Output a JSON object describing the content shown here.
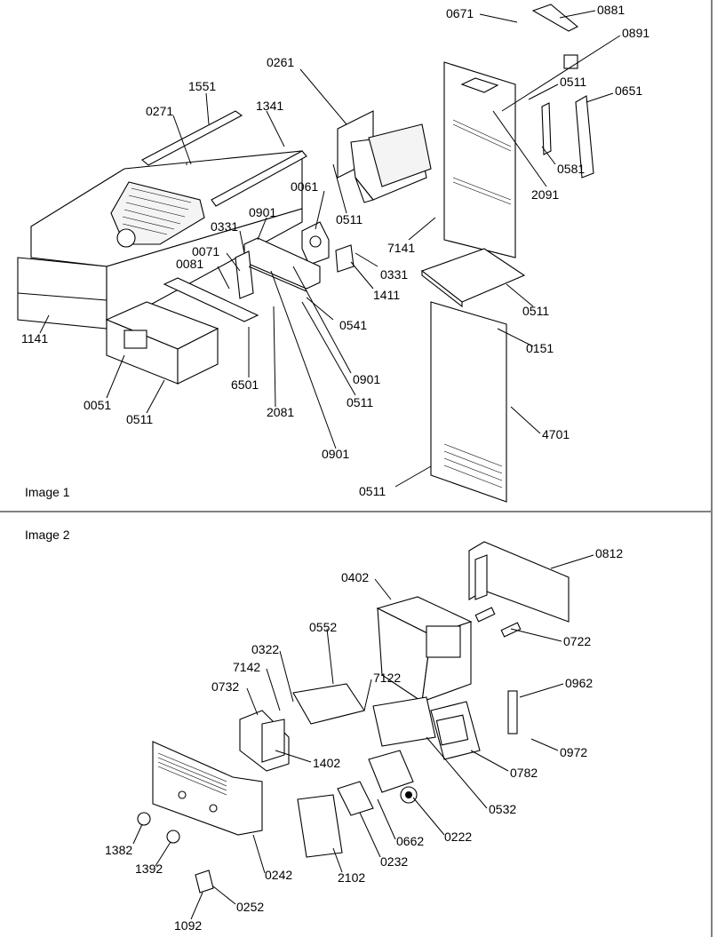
{
  "panels": [
    {
      "title": "Image 1"
    },
    {
      "title": "Image 2"
    }
  ],
  "callouts_image1": [
    {
      "label": "0671"
    },
    {
      "label": "0881"
    },
    {
      "label": "0891"
    },
    {
      "label": "0261"
    },
    {
      "label": "0511"
    },
    {
      "label": "0651"
    },
    {
      "label": "1551"
    },
    {
      "label": "1341"
    },
    {
      "label": "0271"
    },
    {
      "label": "0581"
    },
    {
      "label": "0511"
    },
    {
      "label": "2091"
    },
    {
      "label": "0061"
    },
    {
      "label": "0901"
    },
    {
      "label": "0331"
    },
    {
      "label": "0071"
    },
    {
      "label": "0081"
    },
    {
      "label": "7141"
    },
    {
      "label": "0331"
    },
    {
      "label": "1411"
    },
    {
      "label": "0511"
    },
    {
      "label": "0541"
    },
    {
      "label": "1141"
    },
    {
      "label": "0151"
    },
    {
      "label": "0901"
    },
    {
      "label": "6501"
    },
    {
      "label": "0511"
    },
    {
      "label": "0051"
    },
    {
      "label": "0511"
    },
    {
      "label": "2081"
    },
    {
      "label": "4701"
    },
    {
      "label": "0901"
    },
    {
      "label": "0511"
    }
  ],
  "callouts_image2": [
    {
      "label": "0812"
    },
    {
      "label": "0402"
    },
    {
      "label": "0722"
    },
    {
      "label": "0322"
    },
    {
      "label": "0552"
    },
    {
      "label": "7142"
    },
    {
      "label": "7122"
    },
    {
      "label": "0732"
    },
    {
      "label": "0962"
    },
    {
      "label": "0972"
    },
    {
      "label": "1402"
    },
    {
      "label": "0782"
    },
    {
      "label": "0532"
    },
    {
      "label": "0222"
    },
    {
      "label": "1382"
    },
    {
      "label": "0662"
    },
    {
      "label": "1392"
    },
    {
      "label": "0232"
    },
    {
      "label": "0242"
    },
    {
      "label": "2102"
    },
    {
      "label": "0252"
    },
    {
      "label": "1092"
    }
  ]
}
